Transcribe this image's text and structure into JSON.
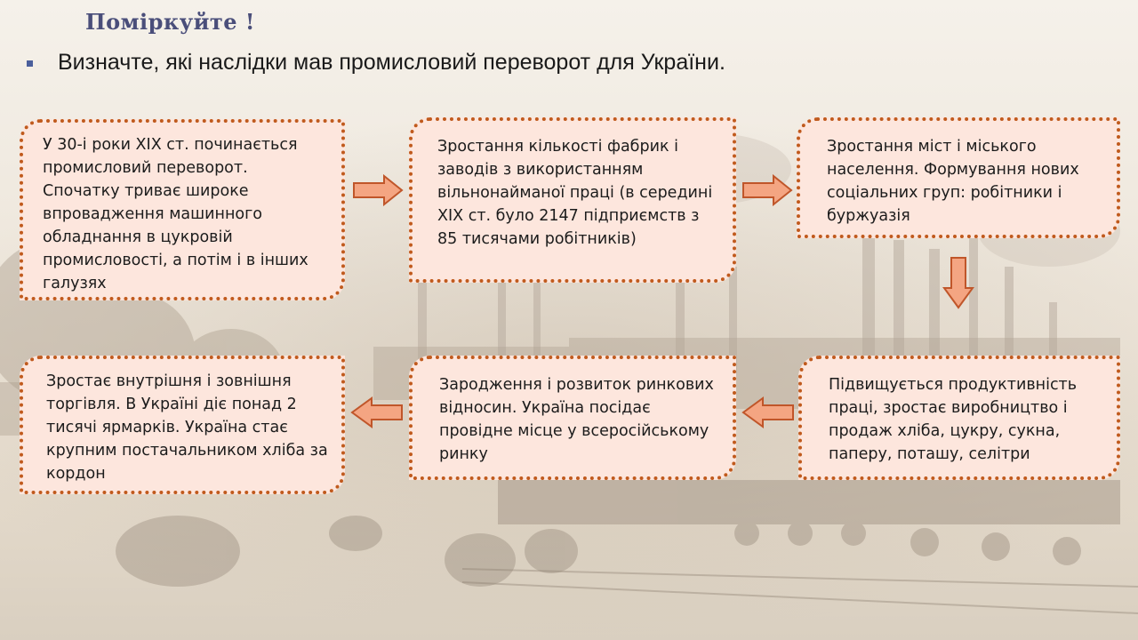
{
  "slide": {
    "title": "Поміркуйте !",
    "question": "Визначте, які наслідки мав промисловий переворот для України."
  },
  "boxes": [
    {
      "text": "У 30-і роки ХІХ ст. починається промисловий переворот. Спочатку триває широке впровадження машинного обладнання в цукровій промисловості, а потім і в інших галузях"
    },
    {
      "text": "Зростання кількості фабрик і заводів з використанням вільнонайманої праці (в середині ХІХ ст. було 2147 підприємств з 85 тисячами робітників)"
    },
    {
      "text": "Зростання міст і міського населення. Формування нових соціальних груп: робітники і буржуазія"
    },
    {
      "text": "Підвищується продуктивність праці, зростає виробництво і продаж хліба, цукру, сукна, паперу, поташу, селітри"
    },
    {
      "text": "Зародження і розвиток ринкових відносин. Україна посідає провідне місце у всеросійському ринку"
    },
    {
      "text": "Зростає внутрішня і зовнішня торгівля. В Україні діє понад 2 тисячі ярмарків. Україна стає крупним постачальником хліба за кордон"
    }
  ],
  "colors": {
    "box_fill": "#fde6dd",
    "box_border": "#c05a1d",
    "arrow_fill": "#f4a582",
    "arrow_stroke": "#c0562a",
    "title": "#4a4e7a",
    "bullet": "#4b5f9c"
  }
}
